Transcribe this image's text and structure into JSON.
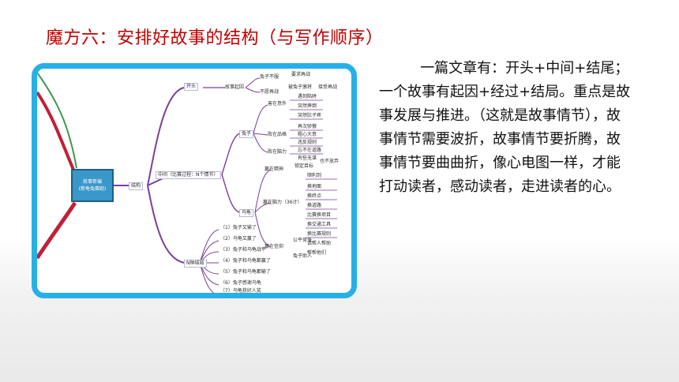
{
  "slide": {
    "title": "魔方六：安排好故事的结构（与写作顺序）",
    "body": "一篇文章有：开头+中间+结尾；一个故事有起因+经过+结局。重点是故事发展与推进。（这就是故事情节），故事情节需要波折，故事情节要折腾，故事情节要曲曲折，像心电图一样，才能打动读者，感动读者，走进读者的心。"
  },
  "mindmap": {
    "center": [
      "故事新编",
      "(新龟兔赛跑)"
    ],
    "root": "结构",
    "branches": {
      "start": "开头",
      "middle": "中间（比赛过程：N个情节）",
      "ending": "N种结局"
    },
    "start_sub": {
      "cause": "故事起因",
      "items": [
        "兔子不服",
        "不愿再战"
      ],
      "leaves": [
        "要求再战",
        "被兔子激将",
        "接受再战"
      ]
    },
    "rabbit": {
      "name": "兔子",
      "groups": [
        "害在意外",
        "败在品格",
        "败在脑力"
      ],
      "leaves": [
        "遇到陷阱",
        "突然摔倒",
        "突然肚子疼",
        "再次骄傲",
        "粗心大意",
        "违反规则",
        "忘不在道路",
        "有些无谋"
      ]
    },
    "turtle": {
      "name": "乌龟",
      "groups": [
        "赢在精神",
        "赢在脑力（36计）",
        "赢在信仰"
      ],
      "leaves": [
        "锁定目标",
        "也不放弃",
        "顺利到",
        "换地面",
        "换终点",
        "换道路",
        "比赛换项目",
        "换交通工具",
        "换比赛规则",
        "请帮人帮助",
        "帮帮他们",
        "公平竞争",
        "兔子助人"
      ]
    },
    "endings": [
      "（1）兔子又输了",
      "（2）乌龟又赢了",
      "（3）兔子和乌龟战平",
      "（4）兔子和乌龟都赢了",
      "（5）兔子和乌龟都输了",
      "（6）兔子感谢乌龟",
      "（7）乌龟获好人奖"
    ]
  },
  "colors": {
    "title": "#c00000",
    "frame_border": "#25b0e8",
    "branch": "#7b3f98",
    "center_node": "#3a97c9",
    "side_root": "#c0203a"
  }
}
